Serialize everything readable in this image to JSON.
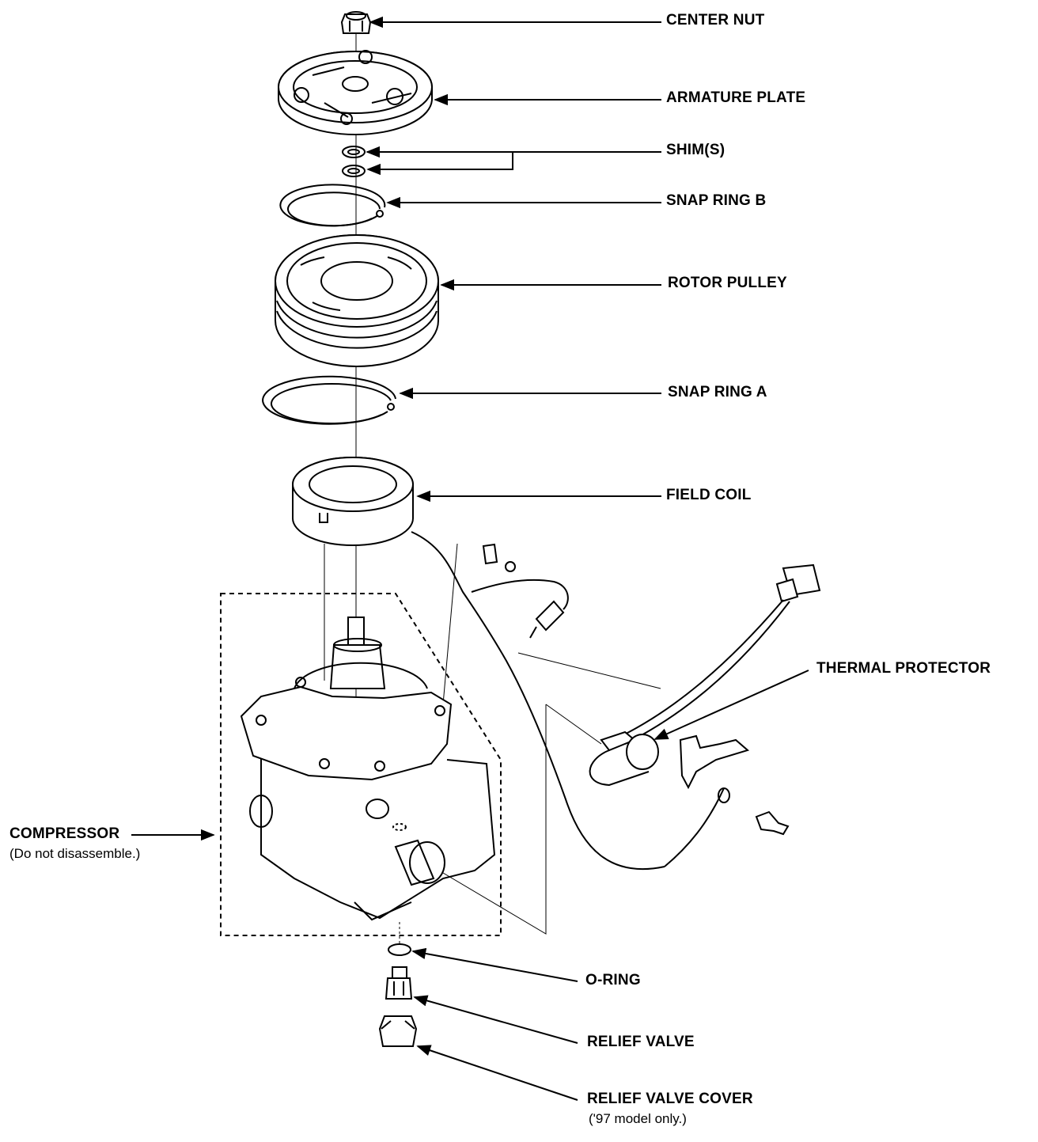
{
  "labels": {
    "center_nut": "CENTER NUT",
    "armature_plate": "ARMATURE PLATE",
    "shims": "SHIM(S)",
    "snap_ring_b": "SNAP RING B",
    "rotor_pulley": "ROTOR PULLEY",
    "snap_ring_a": "SNAP RING A",
    "field_coil": "FIELD COIL",
    "thermal_protector": "THERMAL PROTECTOR",
    "compressor": "COMPRESSOR",
    "compressor_note": "(Do not disassemble.)",
    "o_ring": "O-RING",
    "relief_valve": "RELIEF VALVE",
    "relief_valve_cover": "RELIEF VALVE COVER",
    "relief_valve_cover_note": "('97 model only.)"
  },
  "colors": {
    "ink": "#000000",
    "paper": "#ffffff"
  }
}
